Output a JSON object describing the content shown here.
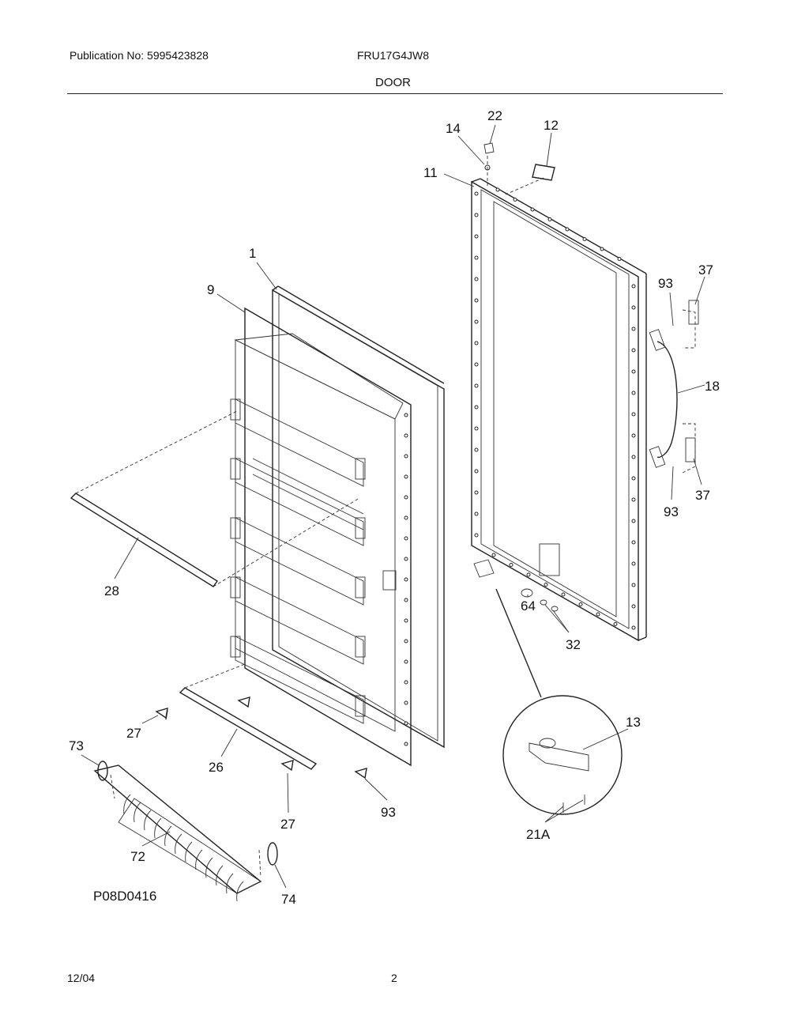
{
  "header": {
    "publication": "Publication No: 5995423828",
    "model": "FRU17G4JW8",
    "section_title": "DOOR"
  },
  "diagram": {
    "drawing_code": "P08D0416",
    "callouts": [
      "22",
      "14",
      "12",
      "11",
      "1",
      "9",
      "93",
      "37",
      "18",
      "37",
      "93",
      "28",
      "64",
      "32",
      "13",
      "27",
      "26",
      "73",
      "93",
      "27",
      "21A",
      "72",
      "74"
    ]
  },
  "footer": {
    "date": "12/04",
    "page": "2"
  }
}
